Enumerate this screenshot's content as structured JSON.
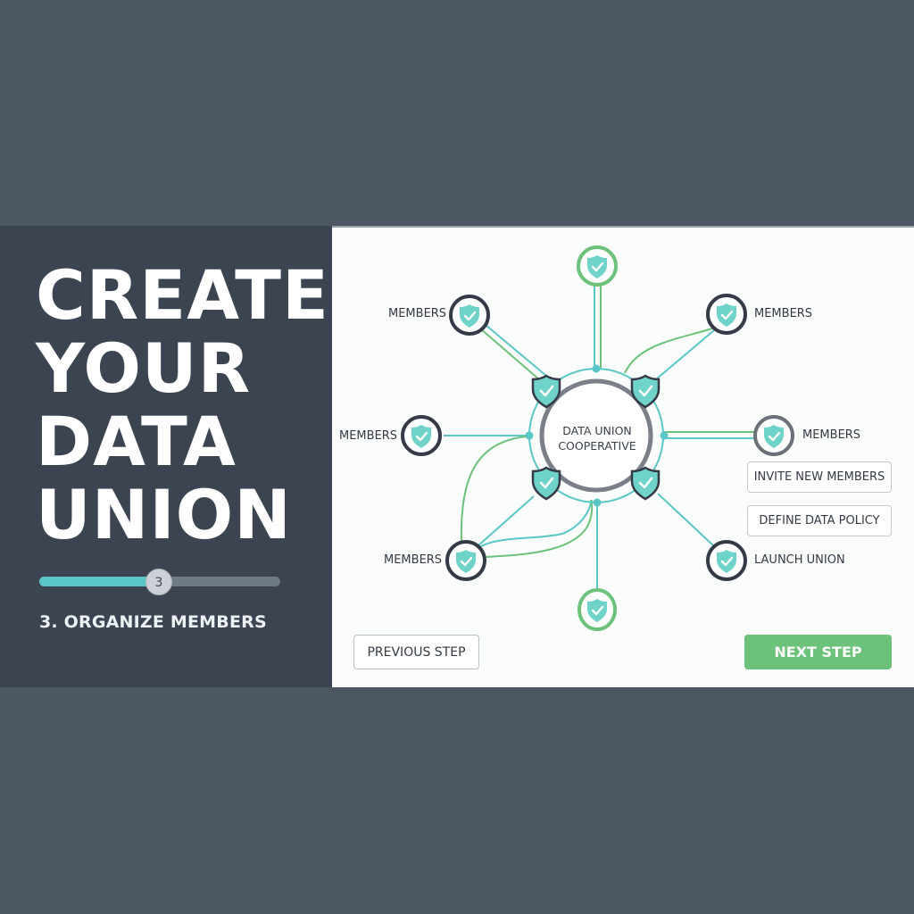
{
  "left_panel": {
    "headline_lines": [
      "CREATE",
      "YOUR",
      "DATA",
      "UNION"
    ],
    "progress": {
      "current_step": "3",
      "percent": 50,
      "fill_color": "#5bc6c6",
      "track_color": "#6f7a86"
    },
    "step_label": "3. ORGANIZE MEMBERS"
  },
  "diagram": {
    "hub_label_line1": "DATA UNION",
    "hub_label_line2": "COOPERATIVE",
    "nodes": [
      {
        "id": "top",
        "label": ""
      },
      {
        "id": "top-left",
        "label": "MEMBERS"
      },
      {
        "id": "top-right",
        "label": "MEMBERS"
      },
      {
        "id": "mid-left",
        "label": "MEMBERS"
      },
      {
        "id": "mid-right",
        "label": "MEMBERS"
      },
      {
        "id": "bottom-left",
        "label": "MEMBERS"
      },
      {
        "id": "bottom-right",
        "label": "LAUNCH UNION"
      },
      {
        "id": "bottom",
        "label": ""
      }
    ],
    "colors": {
      "teal": "#5bc6c6",
      "green": "#6cc27a",
      "node_ring": "#343b46",
      "hub_ring": "#7a7f88",
      "shield_fill": "#6fd3c9"
    }
  },
  "actions": {
    "invite_label": "INVITE NEW MEMBERS",
    "policy_label": "DEFINE DATA POLICY"
  },
  "footer": {
    "previous_label": "PREVIOUS STEP",
    "next_label": "NEXT STEP"
  }
}
